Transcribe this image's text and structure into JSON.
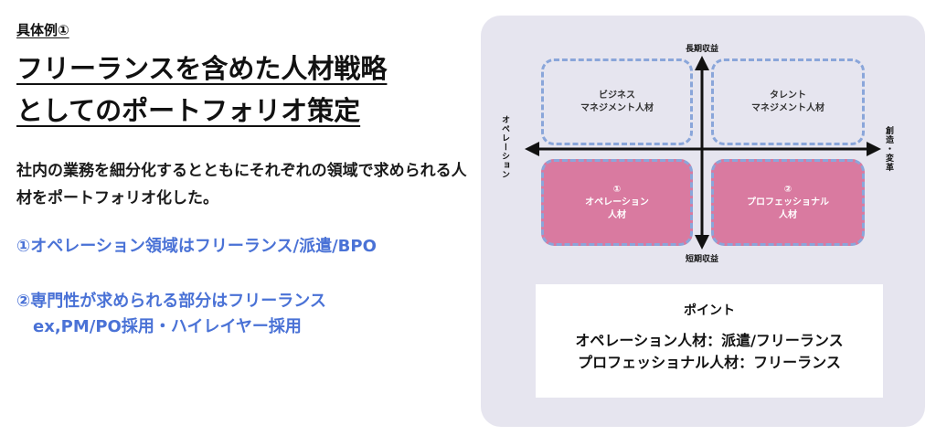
{
  "left": {
    "example_label": "具体例①",
    "title_line1": "フリーランスを含めた人材戦略",
    "title_line2": "としてのポートフォリオ策定",
    "description": "社内の業務を細分化するとともにそれぞれの領域で求められる人材をポートフォリオ化した。",
    "point1": "①オペレーション領域はフリーランス/派遣/BPO",
    "point2_line1": "②専門性が求められる部分はフリーランス",
    "point2_line2": "ex,PM/PO採用・ハイレイヤー採用"
  },
  "diagram": {
    "axis_top": "長期収益",
    "axis_bottom": "短期収益",
    "axis_left": "オペレーション",
    "axis_right": "創造・変革",
    "quadrants": {
      "top_left_line1": "ビジネス",
      "top_left_line2": "マネジメント人材",
      "top_right_line1": "タレント",
      "top_right_line2": "マネジメント人材",
      "bottom_left_num": "①",
      "bottom_left_line1": "オペレーション",
      "bottom_left_line2": "人材",
      "bottom_right_num": "②",
      "bottom_right_line1": "プロフェッショナル",
      "bottom_right_line2": "人材"
    },
    "colors": {
      "highlight": "#d97aa0",
      "dashed": "#8aa6da",
      "panel": "#e6e5ef",
      "accent_text": "#4a72d6"
    }
  },
  "point_box": {
    "heading": "ポイント",
    "line1": "オペレーション人材：派遣/フリーランス",
    "line2": "プロフェッショナル人材：フリーランス"
  }
}
